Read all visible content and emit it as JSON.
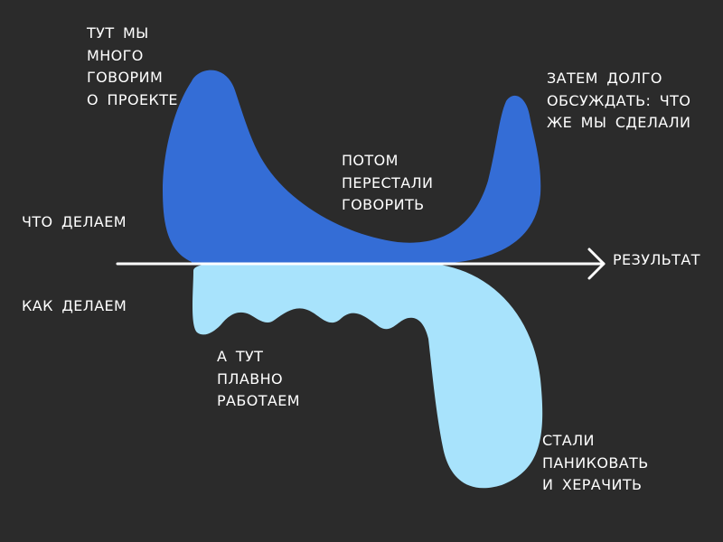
{
  "diagram": {
    "axis": {
      "label": "РЕЗУЛЬТАТ"
    },
    "regions": {
      "upper_label": "ЧТО ДЕЛАЕМ",
      "lower_label": "КАК ДЕЛАЕМ"
    },
    "annotations": {
      "talk_about_project": [
        "ТУТ МЫ",
        "МНОГО",
        "ГОВОРИМ",
        "О ПРОЕКТЕ"
      ],
      "stopped_talking": [
        "ПОТОМ",
        "ПЕРЕСТАЛИ",
        "ГОВОРИТЬ"
      ],
      "discuss_long": [
        "ЗАТЕМ ДОЛГО",
        "ОБСУЖДАТЬ: ЧТО",
        "ЖЕ МЫ СДЕЛАЛИ"
      ],
      "working_smoothly": [
        "А ТУТ",
        "ПЛАВНО",
        "РАБОТАЕМ"
      ],
      "panicking": [
        "СТАЛИ",
        "ПАНИКОВАТЬ",
        "И ХЕРАЧИТЬ"
      ]
    },
    "colors": {
      "background": "#2b2b2b",
      "upper_shape": "#346dd6",
      "lower_shape": "#a8e3fc",
      "axis": "#ffffff",
      "text": "#ffffff"
    }
  }
}
